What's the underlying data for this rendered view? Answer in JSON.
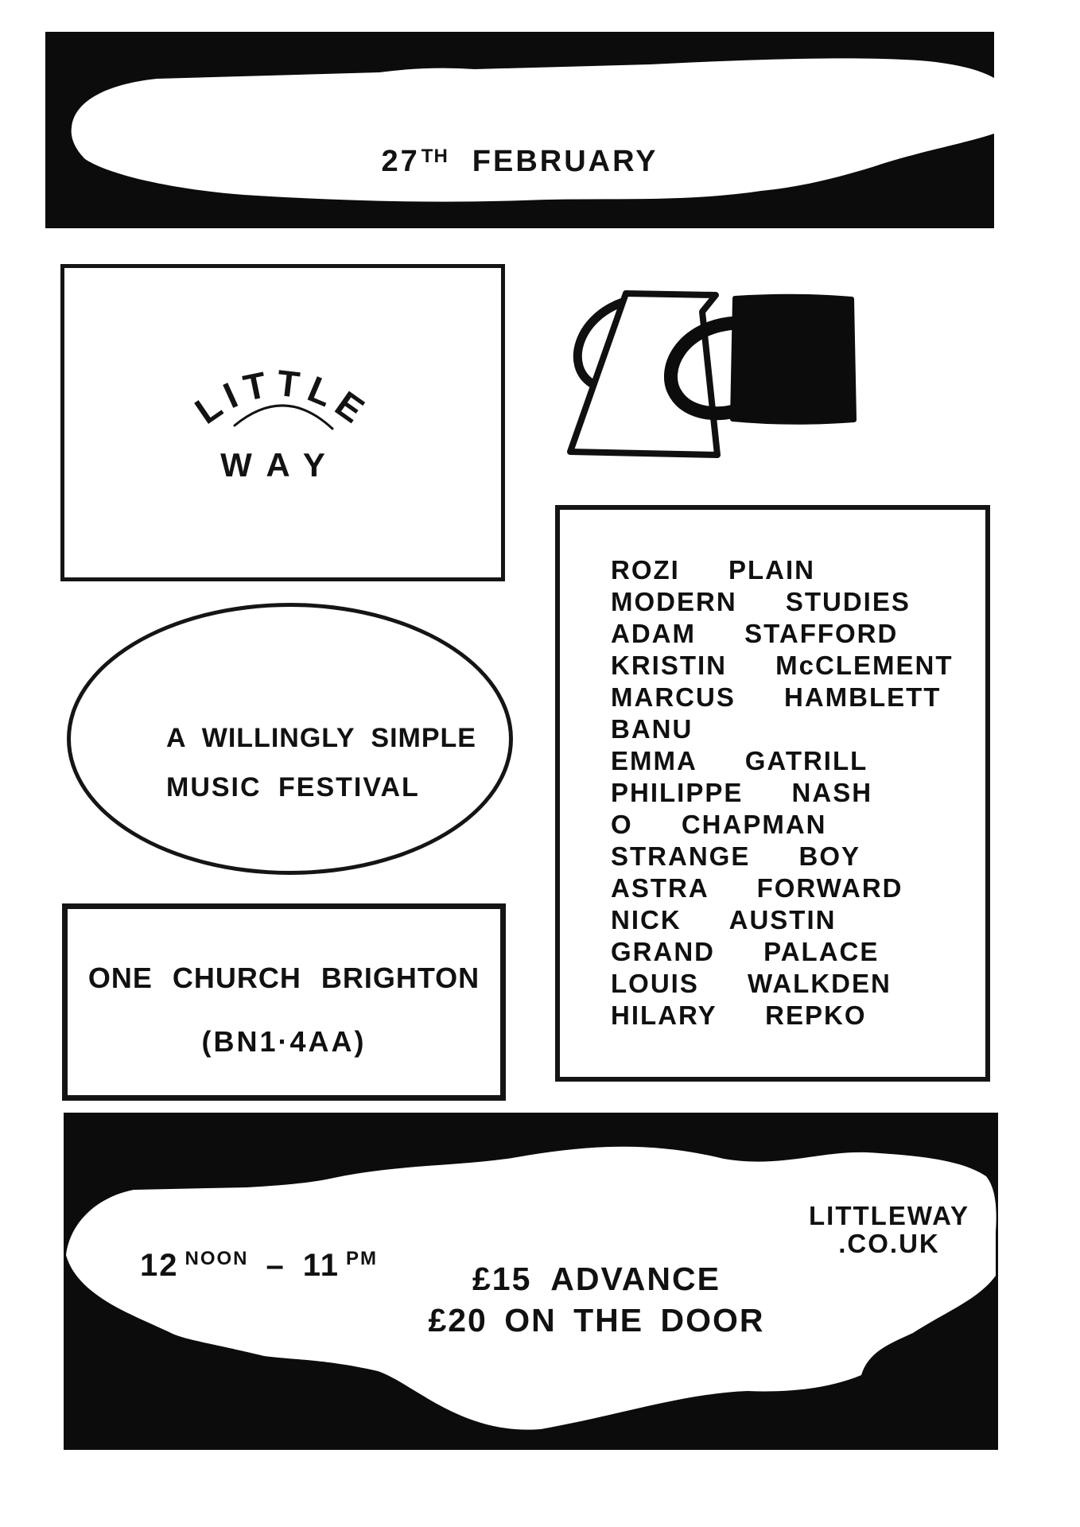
{
  "colors": {
    "paper": "#ffffff",
    "ink": "#111111",
    "banner": "#0c0c0c"
  },
  "header": {
    "day": "27",
    "day_suffix": "TH",
    "month": "FEBRUARY"
  },
  "logo": {
    "top": "LITTLE",
    "bottom": "WAY"
  },
  "tagline": {
    "line1": "A WILLINGLY SIMPLE",
    "line2": "MUSIC FESTIVAL"
  },
  "venue": {
    "name": "ONE CHURCH BRIGHTON",
    "postcode": "(BN1·4AA)"
  },
  "lineup": {
    "artists": [
      "ROZI PLAIN",
      "MODERN STUDIES",
      "ADAM STAFFORD",
      "KRISTIN McCLEMENT",
      "MARCUS HAMBLETT",
      "BANU",
      "EMMA GATRILL",
      "PHILIPPE NASH",
      "O CHAPMAN",
      "STRANGE BOY",
      "ASTRA FORWARD",
      "NICK AUSTIN",
      "GRAND PALACE",
      "LOUIS WALKDEN",
      "HILARY REPKO"
    ]
  },
  "footer": {
    "time_start": "12",
    "time_start_sup": "NOON",
    "time_separator": "–",
    "time_end": "11",
    "time_end_sup": "PM",
    "price_advance": "£15 ADVANCE",
    "price_door": "£20 ON THE DOOR",
    "website_line1": "LITTLEWAY",
    "website_line2": ".CO.UK"
  }
}
